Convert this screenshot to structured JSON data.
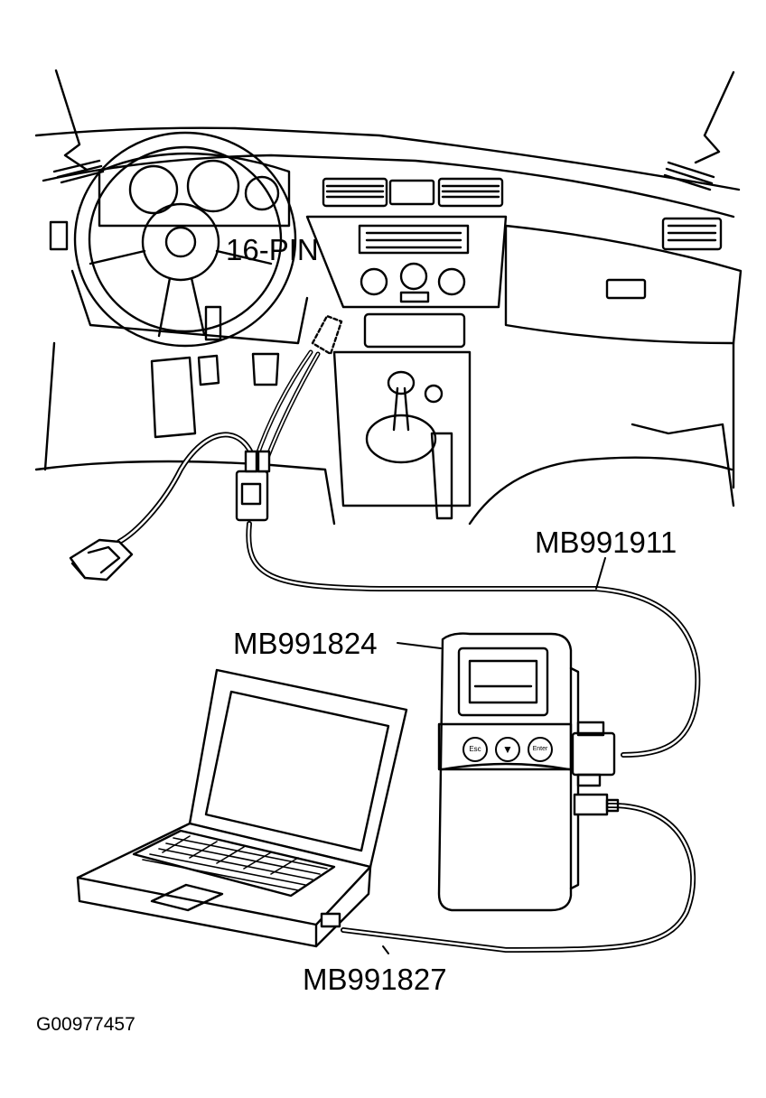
{
  "labels": {
    "connector": "16-PIN",
    "cable_main": "MB991911",
    "scan_tool": "MB991824",
    "usb_cable": "MB991827",
    "figure_id": "G00977457"
  },
  "scan_tool_buttons": [
    "Esc",
    "▼",
    "Enter"
  ]
}
